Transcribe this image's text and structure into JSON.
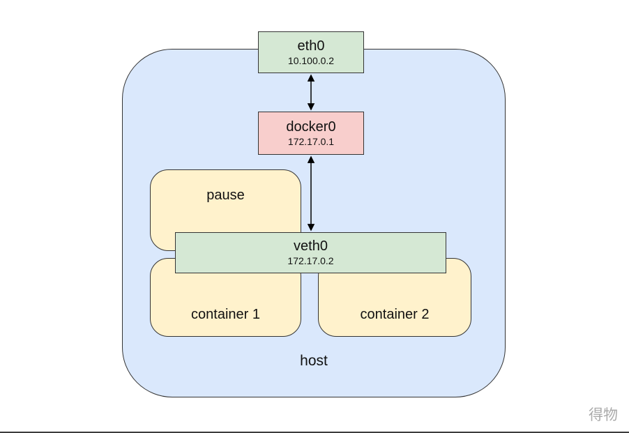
{
  "diagram": {
    "nodes": {
      "host": {
        "label": "host"
      },
      "eth0": {
        "label": "eth0",
        "ip": "10.100.0.2"
      },
      "docker0": {
        "label": "docker0",
        "ip": "172.17.0.1"
      },
      "veth0": {
        "label": "veth0",
        "ip": "172.17.0.2"
      },
      "pause": {
        "label": "pause"
      },
      "container1": {
        "label": "container 1"
      },
      "container2": {
        "label": "container 2"
      }
    },
    "edges": [
      {
        "from": "eth0",
        "to": "docker0",
        "bidirectional": true
      },
      {
        "from": "docker0",
        "to": "veth0",
        "bidirectional": true
      }
    ],
    "colors": {
      "host_fill": "#dae8fc",
      "interface_fill": "#d5e8d4",
      "bridge_fill": "#f8cecc",
      "container_fill": "#fff2cc",
      "border": "#333333",
      "arrow": "#000000",
      "watermark": "#aaaaaa"
    },
    "watermark": "得物"
  }
}
